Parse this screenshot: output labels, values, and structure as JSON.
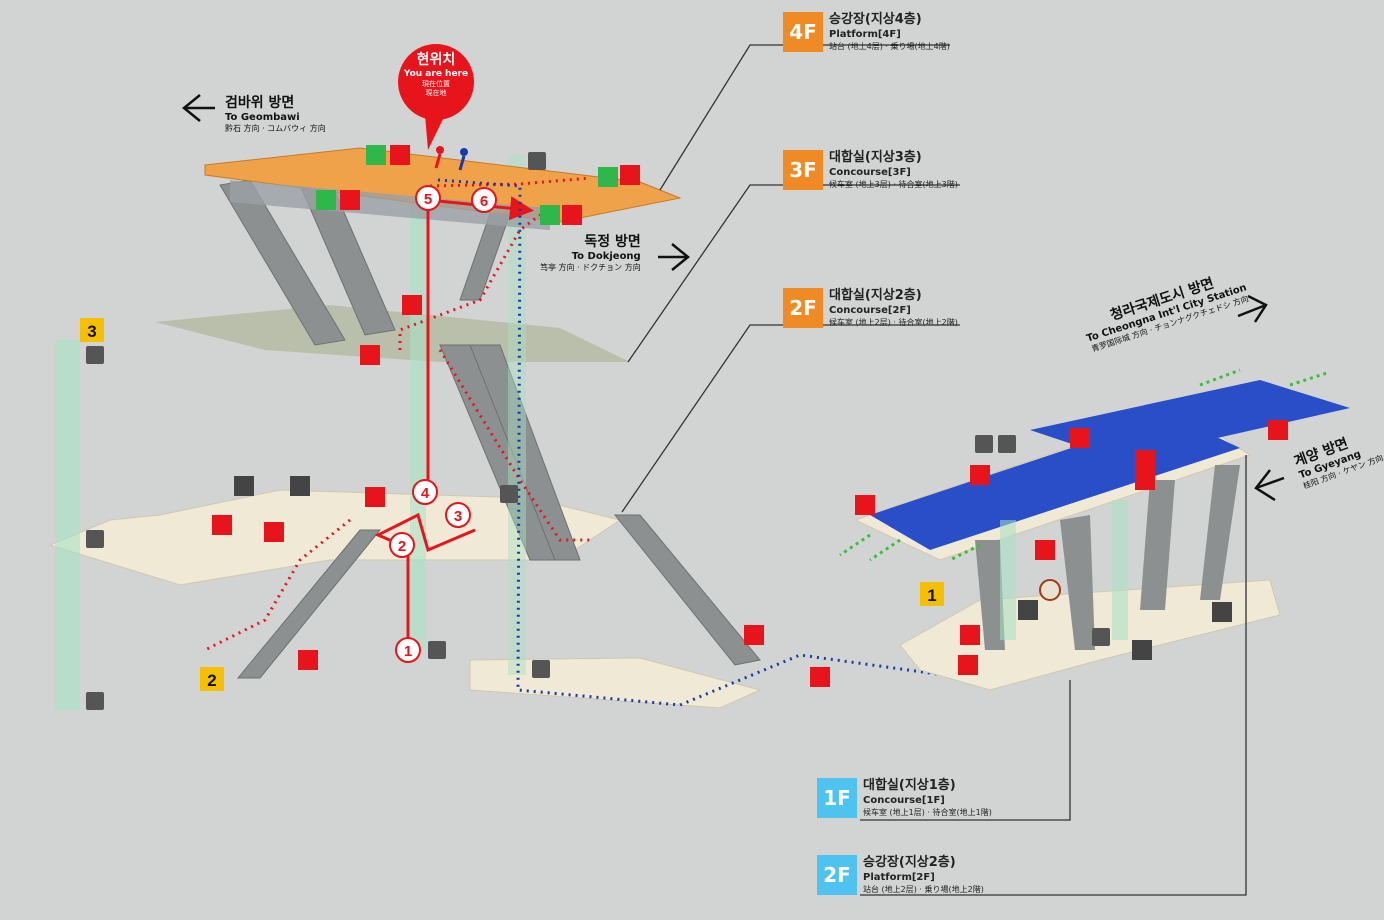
{
  "current_location": {
    "ko": "현위치",
    "en": "You are here",
    "ja": "現在位置",
    "zh": "現在地",
    "color": "#e8141c"
  },
  "floors": [
    {
      "id": "4f",
      "badge": "4F",
      "ko": "승강장(지상4층)",
      "en": "Platform[4F]",
      "sub": "站台 (地上4层) · 乗り場(地上4階)",
      "color": "#f08a24"
    },
    {
      "id": "3f",
      "badge": "3F",
      "ko": "대합실(지상3층)",
      "en": "Concourse[3F]",
      "sub": "候车室 (地上3层) · 待合室(地上3階)",
      "color": "#f08a24"
    },
    {
      "id": "2f",
      "badge": "2F",
      "ko": "대합실(지상2층)",
      "en": "Concourse[2F]",
      "sub": "候车室 (地上2层) · 待合室(地上2階)",
      "color": "#f08a24"
    },
    {
      "id": "1f",
      "badge": "1F",
      "ko": "대합실(지상1층)",
      "en": "Concourse[1F]",
      "sub": "候车室 (地上1层) · 待合室(地上1階)",
      "color": "#4fc3f0"
    },
    {
      "id": "2f-platform",
      "badge": "2F",
      "ko": "승강장(지상2층)",
      "en": "Platform[2F]",
      "sub": "站台 (地上2层) · 乗り場(地上2階)",
      "color": "#4fc3f0"
    }
  ],
  "directions": {
    "geombawi": {
      "ko": "검바위 방면",
      "en": "To Geombawi",
      "sub": "黔石 方向 · コムバウィ 方向",
      "arrow": "←"
    },
    "dokjeong": {
      "ko": "독정 방면",
      "en": "To Dokjeong",
      "sub": "笃亭 方向 · ドクチョン 方向",
      "arrow": "→"
    },
    "cheongna": {
      "ko": "청라국제도시 방면",
      "en": "To Cheongna Int'l City Station",
      "sub": "青罗国际城 方向 · チョンナグクチェドシ 方向",
      "arrow": "→"
    },
    "gyeyang": {
      "ko": "계양 방면",
      "en": "To Gyeyang",
      "sub": "桂阳 方向 · ケヤン 方向",
      "arrow": "←"
    }
  },
  "exits": [
    "1",
    "2",
    "3"
  ],
  "route_steps": [
    "1",
    "2",
    "3",
    "4",
    "5",
    "6"
  ],
  "colors": {
    "exit_badge": "#f5c000",
    "route": "#e8141c",
    "accessible_route": "#1a3aa8",
    "platform_airport": "#f0a24a",
    "platform_line2": "#2a4ec8"
  },
  "icons": [
    "elevator-icon",
    "emergency-phone-icon",
    "fire-extinguisher-icon",
    "emergency-exit-icon",
    "restroom-icon",
    "nursing-room-icon",
    "information-icon"
  ]
}
